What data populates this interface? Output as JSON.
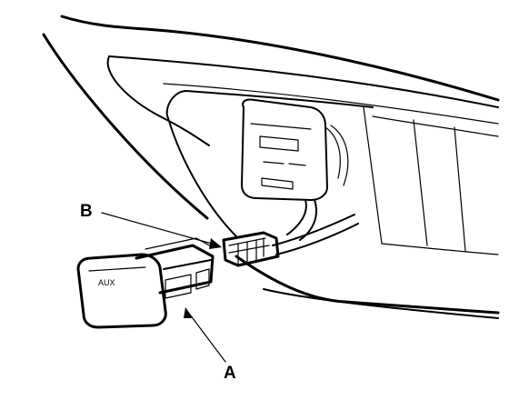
{
  "callouts": {
    "a": "A",
    "b": "B"
  },
  "switch_label": "AUX"
}
